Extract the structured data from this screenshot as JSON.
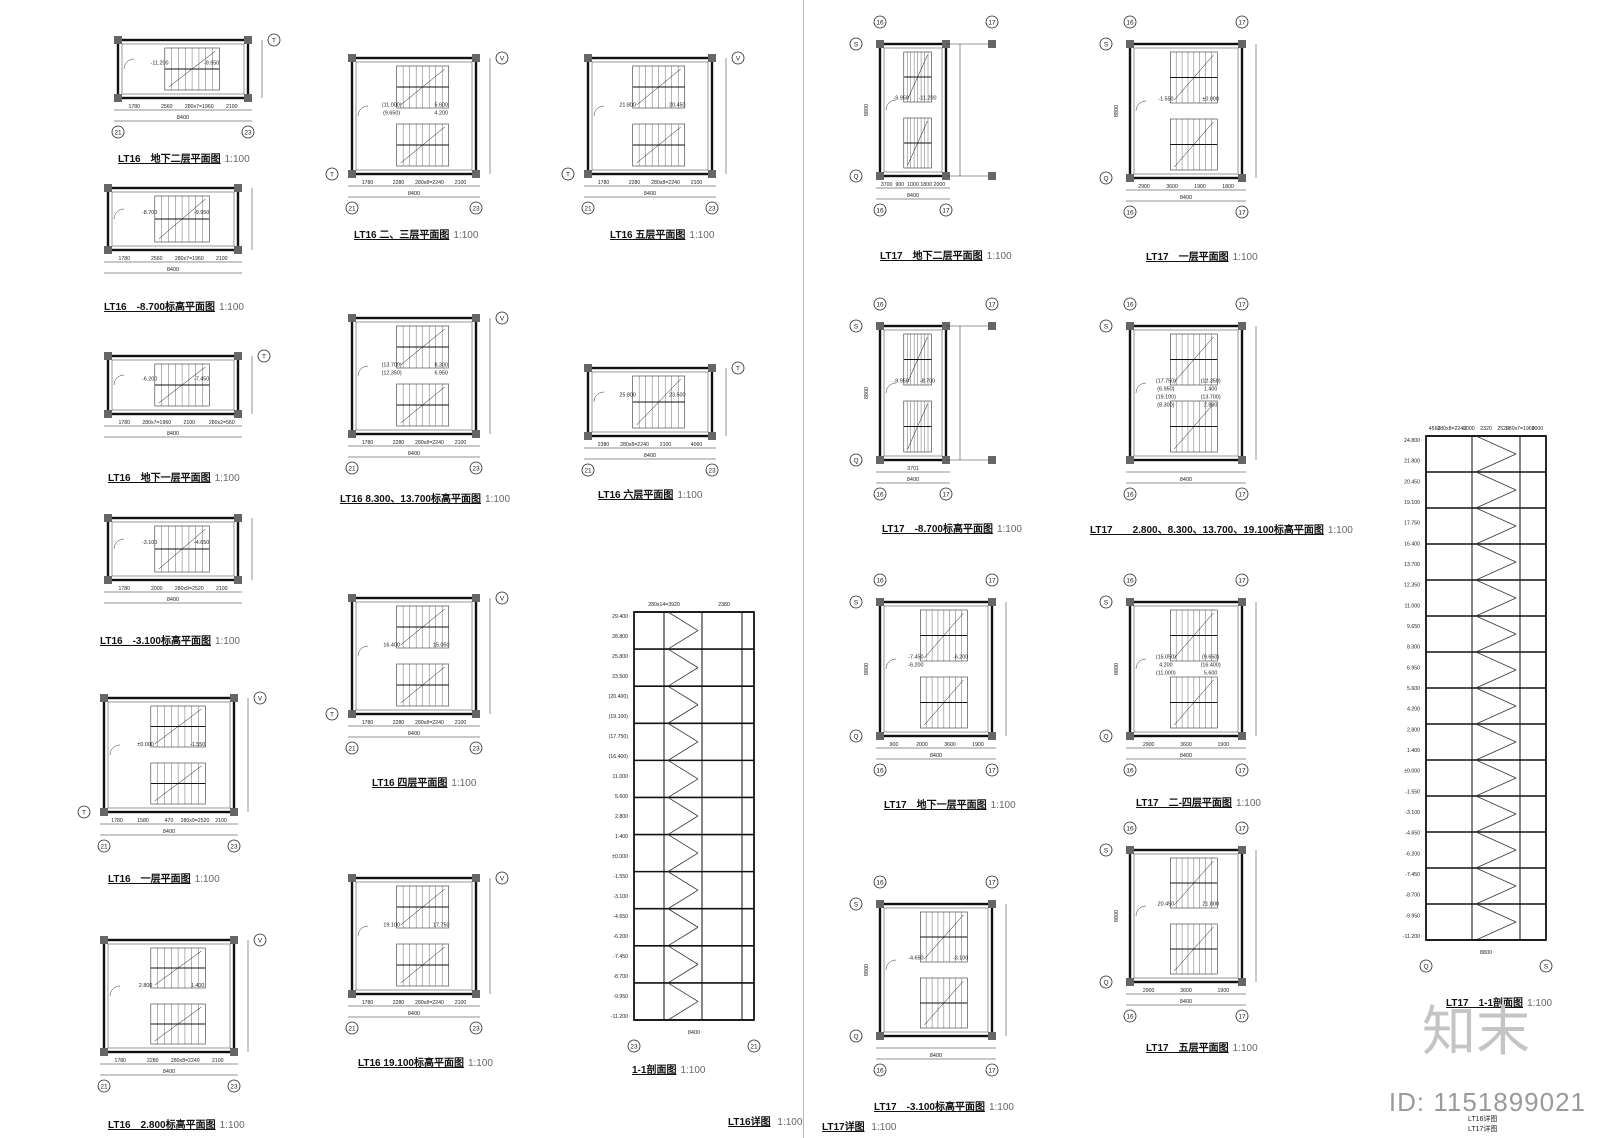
{
  "sheet_titles": {
    "lt16_detail": "LT16详图",
    "lt17_detail": "LT17详图",
    "scale": "1:100",
    "footer_line1": "LT16详图",
    "footer_line2": "LT17详图"
  },
  "watermark": {
    "logo": "知末",
    "id": "ID: 1151899021"
  },
  "drawings": [
    {
      "id": "lt16-b2",
      "title": "LT16　地下二层平面图",
      "scale": "1:100",
      "axes": [
        "21",
        "23",
        "T"
      ],
      "dims": [
        "1780",
        "2560",
        "280x7=1960",
        "2100",
        "8400"
      ],
      "levels": [
        "-11.200",
        "-9.950"
      ]
    },
    {
      "id": "lt16-m8700",
      "title": "LT16　-8.700标高平面图",
      "scale": "1:100",
      "axes": [],
      "dims": [
        "1780",
        "2560",
        "280x7=1960",
        "2100",
        "8400"
      ],
      "levels": [
        "-8.700",
        "-9.950"
      ]
    },
    {
      "id": "lt16-b1",
      "title": "LT16　地下一层平面图",
      "scale": "1:100",
      "axes": [
        "T"
      ],
      "dims": [
        "1780",
        "280x7=1960",
        "2100",
        "280x2=560",
        "8400"
      ],
      "levels": [
        "-6.200",
        "-7.450"
      ]
    },
    {
      "id": "lt16-m3100",
      "title": "LT16　-3.100标高平面图",
      "scale": "1:100",
      "axes": [],
      "dims": [
        "1780",
        "2000",
        "280x9=2520",
        "2100",
        "8400"
      ],
      "levels": [
        "-3.100",
        "-4.650"
      ]
    },
    {
      "id": "lt16-f1",
      "title": "LT16　一层平面图",
      "scale": "1:100",
      "axes": [
        "21",
        "23",
        "V",
        "T"
      ],
      "dims": [
        "1780",
        "1580",
        "470",
        "280x9=2520",
        "2100",
        "8400"
      ],
      "levels": [
        "±0.000",
        "-1.550"
      ]
    },
    {
      "id": "lt16-p2800",
      "title": "LT16　2.800标高平面图",
      "scale": "1:100",
      "axes": [
        "21",
        "23",
        "V"
      ],
      "dims": [
        "1780",
        "2280",
        "280x8=2240",
        "2100",
        "8400"
      ],
      "levels": [
        "2.800",
        "1.400"
      ]
    },
    {
      "id": "lt16-f23",
      "title": "LT16 二、三层平面图",
      "scale": "1:100",
      "axes": [
        "21",
        "23",
        "V",
        "T"
      ],
      "dims": [
        "1780",
        "2280",
        "280x8=2240",
        "2100",
        "8400"
      ],
      "levels": [
        "(11.000)",
        "5.600",
        "(9.650)",
        "4.200"
      ]
    },
    {
      "id": "lt16-p8300",
      "title": "LT16 8.300、13.700标高平面图",
      "scale": "1:100",
      "axes": [
        "21",
        "23",
        "V"
      ],
      "dims": [
        "1780",
        "2280",
        "280x8=2240",
        "2100",
        "8400"
      ],
      "levels": [
        "(13.700)",
        "8.300",
        "(12.350)",
        "6.950"
      ]
    },
    {
      "id": "lt16-f4",
      "title": "LT16 四层平面图",
      "scale": "1:100",
      "axes": [
        "21",
        "23",
        "V",
        "T"
      ],
      "dims": [
        "1780",
        "2280",
        "280x8=2240",
        "2100",
        "8400"
      ],
      "levels": [
        "16.400",
        "15.050"
      ]
    },
    {
      "id": "lt16-p19100",
      "title": "LT16 19.100标高平面图",
      "scale": "1:100",
      "axes": [
        "21",
        "23",
        "V"
      ],
      "dims": [
        "1780",
        "2280",
        "280x8=2240",
        "2100",
        "8400"
      ],
      "levels": [
        "19.100",
        "17.750"
      ]
    },
    {
      "id": "lt16-f5",
      "title": "LT16 五层平面图",
      "scale": "1:100",
      "axes": [
        "21",
        "23",
        "V",
        "T"
      ],
      "dims": [
        "1780",
        "2280",
        "280x8=2240",
        "2100",
        "8400"
      ],
      "levels": [
        "21.800",
        "20.450"
      ]
    },
    {
      "id": "lt16-f6",
      "title": "LT16 六层平面图",
      "scale": "1:100",
      "axes": [
        "21",
        "23",
        "T"
      ],
      "dims": [
        "2380",
        "280x8=2240",
        "2100",
        "8400",
        "4060"
      ],
      "levels": [
        "25.800",
        "23.500"
      ]
    },
    {
      "id": "lt16-sec",
      "title": "1-1剖面图",
      "scale": "1:100",
      "axes": [
        "23",
        "21"
      ],
      "dims": [
        "8400",
        "280x14=3920",
        "2380"
      ],
      "levels": [
        "29.400",
        "28.800",
        "25.800",
        "23.500",
        "(20.400)",
        "(19.100)",
        "(17.750)",
        "(16.400)",
        "11.000",
        "5.600",
        "2.800",
        "1.400",
        "±0.000",
        "-1.550",
        "-3.100",
        "-4.650",
        "-6.200",
        "-7.450",
        "-8.700",
        "-9.950",
        "-11.200"
      ]
    },
    {
      "id": "lt17-b2",
      "title": "LT17　地下二层平面图",
      "scale": "1:100",
      "axes": [
        "16",
        "17",
        "S",
        "Q"
      ],
      "dims": [
        "8400",
        "3700",
        "900",
        "1000",
        "1800",
        "2000",
        "8800"
      ],
      "levels": [
        "-9.950",
        "-11.200"
      ]
    },
    {
      "id": "lt17-m8700",
      "title": "LT17　-8.700标高平面图",
      "scale": "1:100",
      "axes": [
        "16",
        "17",
        "S",
        "Q"
      ],
      "dims": [
        "8400",
        "3701",
        "8800"
      ],
      "levels": [
        "-9.950",
        "-8.700"
      ]
    },
    {
      "id": "lt17-b1",
      "title": "LT17　地下一层平面图",
      "scale": "1:100",
      "axes": [
        "16",
        "17",
        "S",
        "Q"
      ],
      "dims": [
        "8400",
        "900",
        "2000",
        "3600",
        "1900",
        "8800"
      ],
      "levels": [
        "-7.450",
        "-6.200",
        "-6.200"
      ]
    },
    {
      "id": "lt17-m3100",
      "title": "LT17　-3.100标高平面图",
      "scale": "1:100",
      "axes": [
        "16",
        "17",
        "S",
        "Q"
      ],
      "dims": [
        "8400",
        "8800"
      ],
      "levels": [
        "-4.650",
        "-3.100"
      ]
    },
    {
      "id": "lt17-f1",
      "title": "LT17　一层平面图",
      "scale": "1:100",
      "axes": [
        "16",
        "17",
        "S",
        "Q"
      ],
      "dims": [
        "8400",
        "2900",
        "3600",
        "1900",
        "1800",
        "8800"
      ],
      "levels": [
        "-1.550",
        "±0.000"
      ]
    },
    {
      "id": "lt17-p2800",
      "title": "LT17　　2.800、8.300、13.700、19.100标高平面图",
      "scale": "1:100",
      "axes": [
        "16",
        "17",
        "S"
      ],
      "dims": [
        "8400"
      ],
      "levels": [
        "(17.750)",
        "(12.350)",
        "(6.950)",
        "1.400",
        "(19.100)",
        "(13.700)",
        "(8.300)",
        "2.800"
      ]
    },
    {
      "id": "lt17-f24",
      "title": "LT17　二-四层平面图",
      "scale": "1:100",
      "axes": [
        "16",
        "17",
        "S",
        "Q"
      ],
      "dims": [
        "8400",
        "2900",
        "3600",
        "1900",
        "8800"
      ],
      "levels": [
        "(15.050)",
        "(9.650)",
        "4.200",
        "(16.400)",
        "(11.000)",
        "5.600"
      ]
    },
    {
      "id": "lt17-f5",
      "title": "LT17　五层平面图",
      "scale": "1:100",
      "axes": [
        "16",
        "17",
        "S",
        "Q"
      ],
      "dims": [
        "8400",
        "2900",
        "3600",
        "1900",
        "8800"
      ],
      "levels": [
        "20.450",
        "21.800"
      ]
    },
    {
      "id": "lt17-sec",
      "title": "LT17　1-1剖面图",
      "scale": "1:100",
      "axes": [
        "Q",
        "S"
      ],
      "dims": [
        "4560",
        "280x8=2240",
        "2000",
        "2320",
        "2520",
        "280x7=1960",
        "3000",
        "8800"
      ],
      "levels": [
        "24.800",
        "21.800",
        "20.450",
        "19.100",
        "17.750",
        "16.400",
        "13.700",
        "12.350",
        "11.000",
        "9.650",
        "8.300",
        "6.950",
        "5.600",
        "4.200",
        "2.800",
        "1.400",
        "±0.000",
        "-1.550",
        "-3.100",
        "-4.650",
        "-6.200",
        "-7.450",
        "-8.700",
        "-9.950",
        "-11.200"
      ]
    }
  ]
}
